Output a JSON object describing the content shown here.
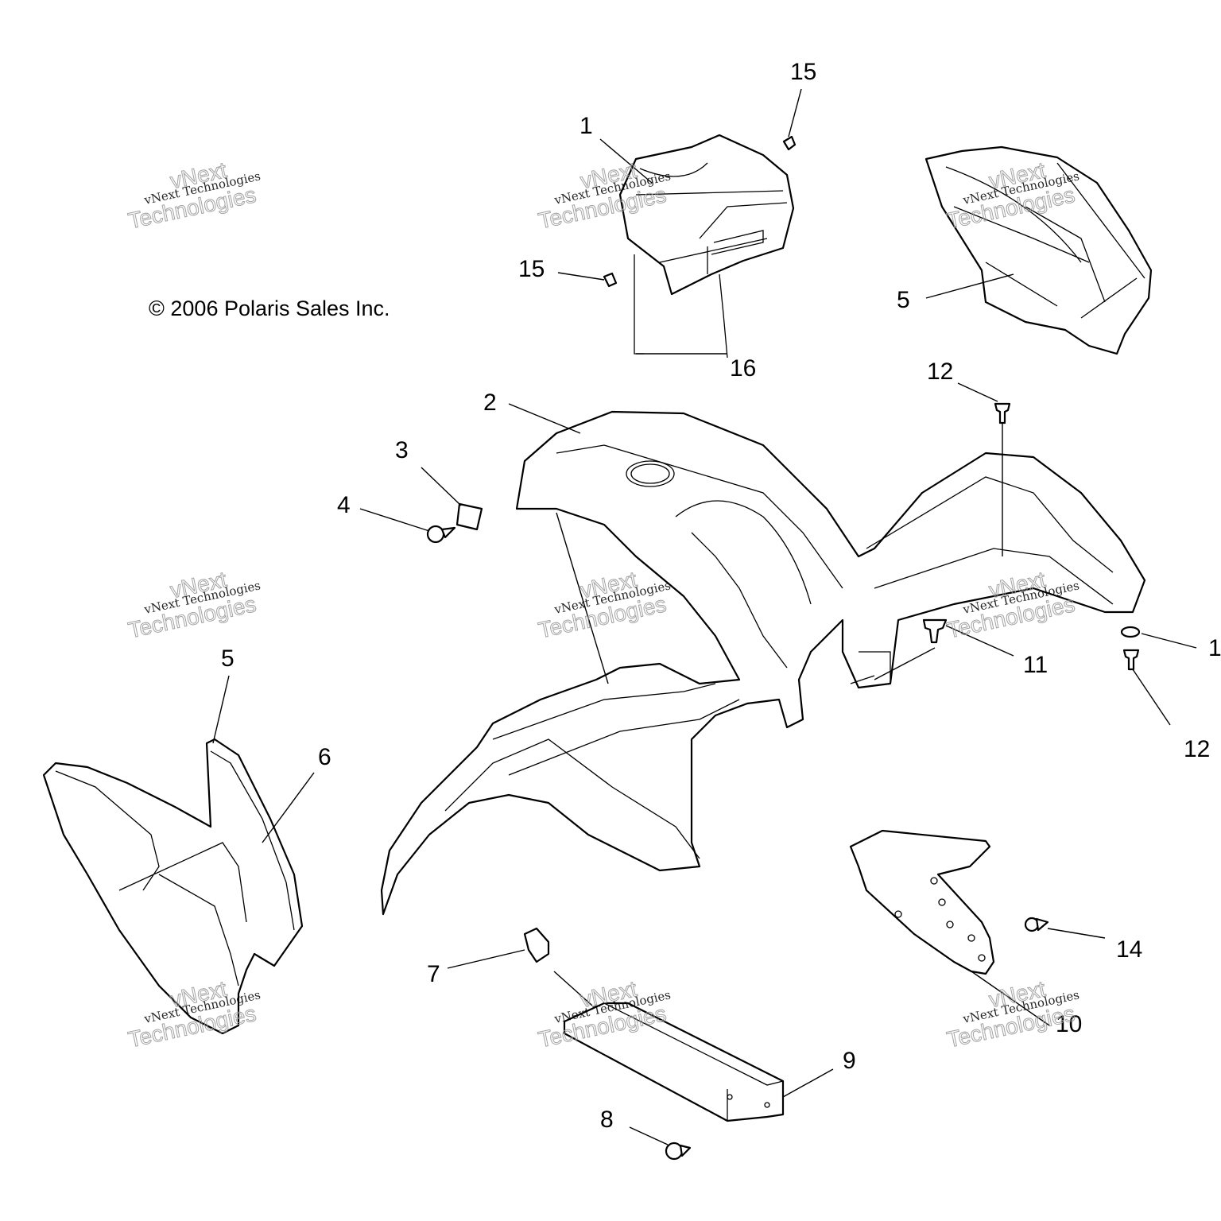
{
  "copyright": "© 2006 Polaris Sales Inc.",
  "watermark": {
    "line1": "vNext",
    "line2": "vNext Technologies",
    "line3": "Technologies"
  },
  "callouts": {
    "c1_top": "1",
    "c1_right": "1",
    "c2": "2",
    "c3": "3",
    "c4": "4",
    "c5_top": "5",
    "c5_left": "5",
    "c6": "6",
    "c7": "7",
    "c8": "8",
    "c9": "9",
    "c10": "10",
    "c11": "11",
    "c12_top": "12",
    "c12_bottom": "12",
    "c14": "14",
    "c15_top": "15",
    "c15_left": "15",
    "c16": "16"
  }
}
